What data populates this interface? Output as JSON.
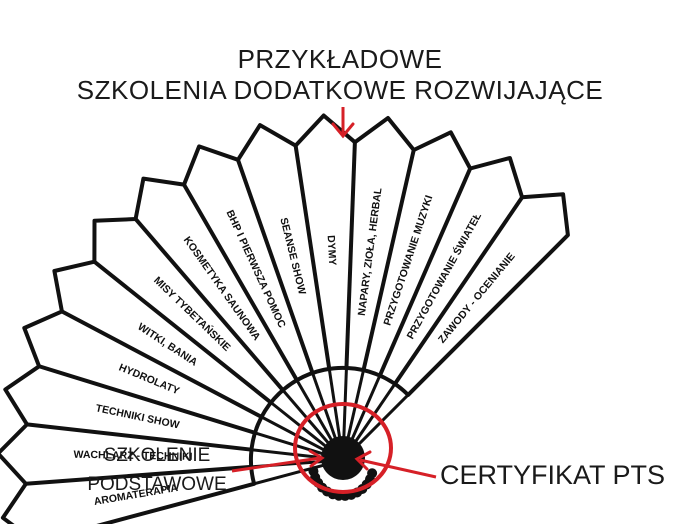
{
  "title": {
    "line1": "PRZYKŁADOWE",
    "line2": "SZKOLENIA DODATKOWE ROZWIJAJĄCE"
  },
  "segments": [
    "AROMATERAPIA",
    "WACHLARZ - TECHNIKI",
    "TECHNIKI SHOW",
    "HYDROLATY",
    "WITKI, BANIA",
    "MISY TYBETAŃSKIE",
    "KOSMETYKA SAUNOWA",
    "BHP I PIERWSZA POMOC",
    "SEANSE SHOW",
    "DYMY",
    "NAPARY, ZIOŁA, HERBAL",
    "PRZYGOTOWANIE MUZYKI",
    "PRZYGOTOWANIE ŚWIATEŁ",
    "ZAWODY - OCENIANIE"
  ],
  "basic_training": {
    "line1": "SZKOLENIE",
    "line2": "PODSTAWOWE"
  },
  "certificate": "CERTYFIKAT PTS",
  "colors": {
    "accent": "#d62027",
    "outline": "#111111",
    "background": "#ffffff"
  }
}
